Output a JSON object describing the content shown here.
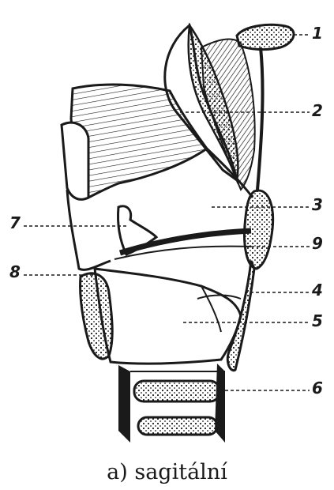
{
  "header_fragment": "",
  "labels": {
    "l1": "1",
    "l2": "2",
    "l3": "3",
    "l4": "4",
    "l5": "5",
    "l6": "6",
    "l7": "7",
    "l8": "8",
    "l9": "9"
  },
  "caption": "a) sagitální",
  "colors": {
    "ink": "#1a1a1a",
    "paper": "#ffffff"
  }
}
